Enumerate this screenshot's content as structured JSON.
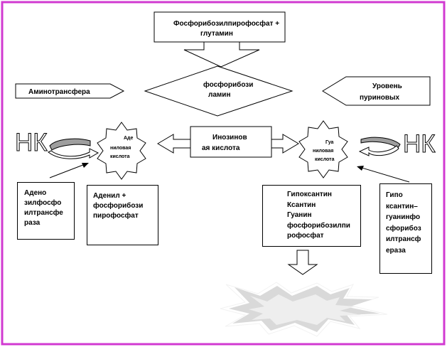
{
  "colors": {
    "frame": "#d13ad1",
    "line": "#000000",
    "background": "#ffffff"
  },
  "top_box": {
    "line1": "Фосфорибозилпирофосфат +",
    "line2": "глутамин"
  },
  "center_diamond": {
    "line1": "фосфорибози",
    "line2": "ламин"
  },
  "left_pentagon": {
    "label": "Аминотрансфера"
  },
  "right_pentagon": {
    "line1": "Уровень",
    "line2": "пуриновых"
  },
  "left_star": {
    "line1": "Аде",
    "line2": "ниловая",
    "line3": "кислота"
  },
  "right_star": {
    "line1": "Гуа",
    "line2": "ниловая",
    "line3": "кислота"
  },
  "middle_box": {
    "line1": "Инозинов",
    "line2": "ая кислота"
  },
  "left_nk": {
    "label": "НК"
  },
  "right_nk": {
    "label": "НК"
  },
  "box_adenine_enzyme": {
    "text": "Адено\nзилфосфо\nилтрансфе\nраза"
  },
  "box_adenyl": {
    "text": "Аденил +\nфосфорибози\nпирофосфат"
  },
  "box_hypoxanthine": {
    "text": "Гипоксантин\nКсантин\nГуанин\nфосфорибозилпи\nрофосфат"
  },
  "box_hgprt": {
    "text": "Гипо\nксантин–\nгуанинфо\nсфорибоз\nилтрансф\nераза"
  }
}
